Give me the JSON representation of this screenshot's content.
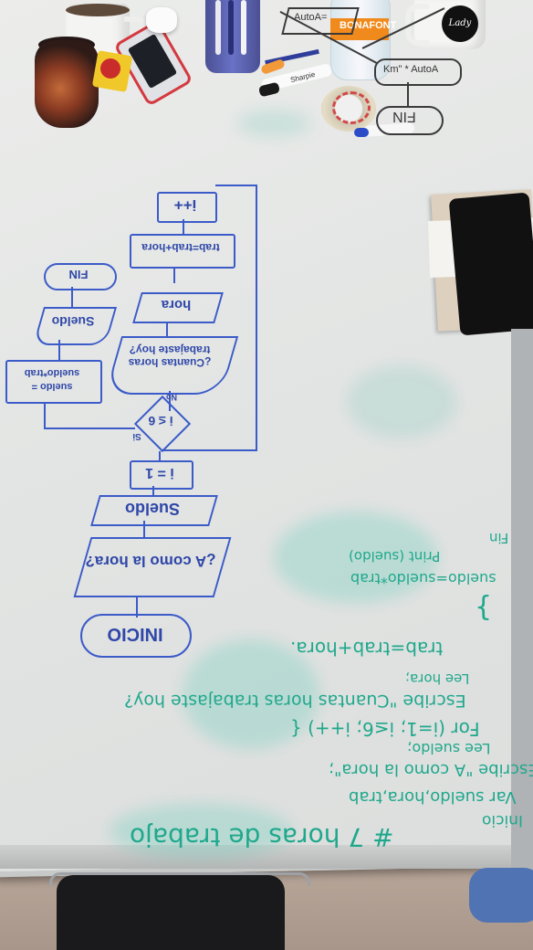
{
  "desk_items": {
    "bottle_label": "BONAFONT",
    "marker_label": "Sharpie",
    "mug_logo": "Lady"
  },
  "board_top": {
    "autoa": "AutoA=",
    "km_autoa": "Km\" * AutoA",
    "fin": "FIN"
  },
  "flowchart": {
    "inicio": "INICIO",
    "prompt": "¿A como la hora?",
    "read_sueldo": "Sueldo",
    "init_i": "i = 1",
    "cond": "i ≤ 6",
    "yes": "Si",
    "no": "No",
    "ask_hours": "¿Cuantas horas trabajaste hoy?",
    "read_hora": "hora",
    "acc": "trab=trab+hora",
    "incr": "i++",
    "calc": "sueldo = sueldo*trab",
    "out_sueldo": "Sueldo",
    "fin": "FIN"
  },
  "pseudocode": {
    "title": "# 7 horas de trabajo",
    "l1": "Inicio",
    "l2": "Var sueldo,hora,trab",
    "l3": "Escribe \"A como la hora\";",
    "l4": "Lee sueldo;",
    "l5": "For (i=1; i≤6; i++) {",
    "l6": "Escribe \"Cuantas horas trabajaste hoy?",
    "l7": "Lee hora;",
    "l8": "trab=trab+hora.",
    "l9": "}",
    "l10": "sueldo=sueldo*trab",
    "l11": "Print (sueldo)",
    "l12": "Fin"
  }
}
